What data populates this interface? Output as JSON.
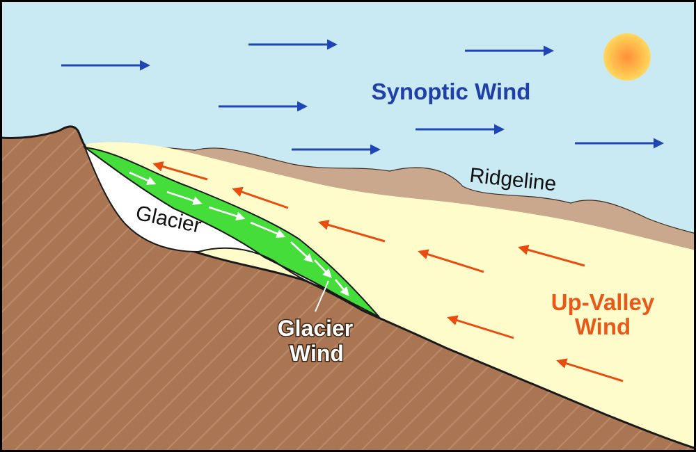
{
  "labels": {
    "synoptic_wind": "Synoptic Wind",
    "ridgeline": "Ridgeline",
    "glacier": "Glacier",
    "glacier_wind_line1": "Glacier",
    "glacier_wind_line2": "Wind",
    "up_valley_line1": "Up-Valley",
    "up_valley_line2": "Wind"
  },
  "colors": {
    "sky": "#c9eaf3",
    "ridge": "#c9a88e",
    "valley_air": "#fffccb",
    "ground": "#a97552",
    "ground_hatch": "#b98a69",
    "glacier": "#ffffff",
    "glacier_wind_layer": "#44dd3a",
    "synoptic_arrow": "#1f46b4",
    "up_valley_arrow": "#ea4c10",
    "glacier_arrow": "#ffffff",
    "synoptic_text": "#2040a8",
    "up_valley_text": "#e85a1a",
    "sun_core": "#ff9e3c",
    "sun_edge": "#ffd257"
  },
  "icons": {
    "sun": "sun-icon",
    "synoptic_arrows": "arrow-right-icon",
    "up_valley_arrows": "arrow-left-icon",
    "glacier_arrows": "arrow-down-right-icon"
  }
}
